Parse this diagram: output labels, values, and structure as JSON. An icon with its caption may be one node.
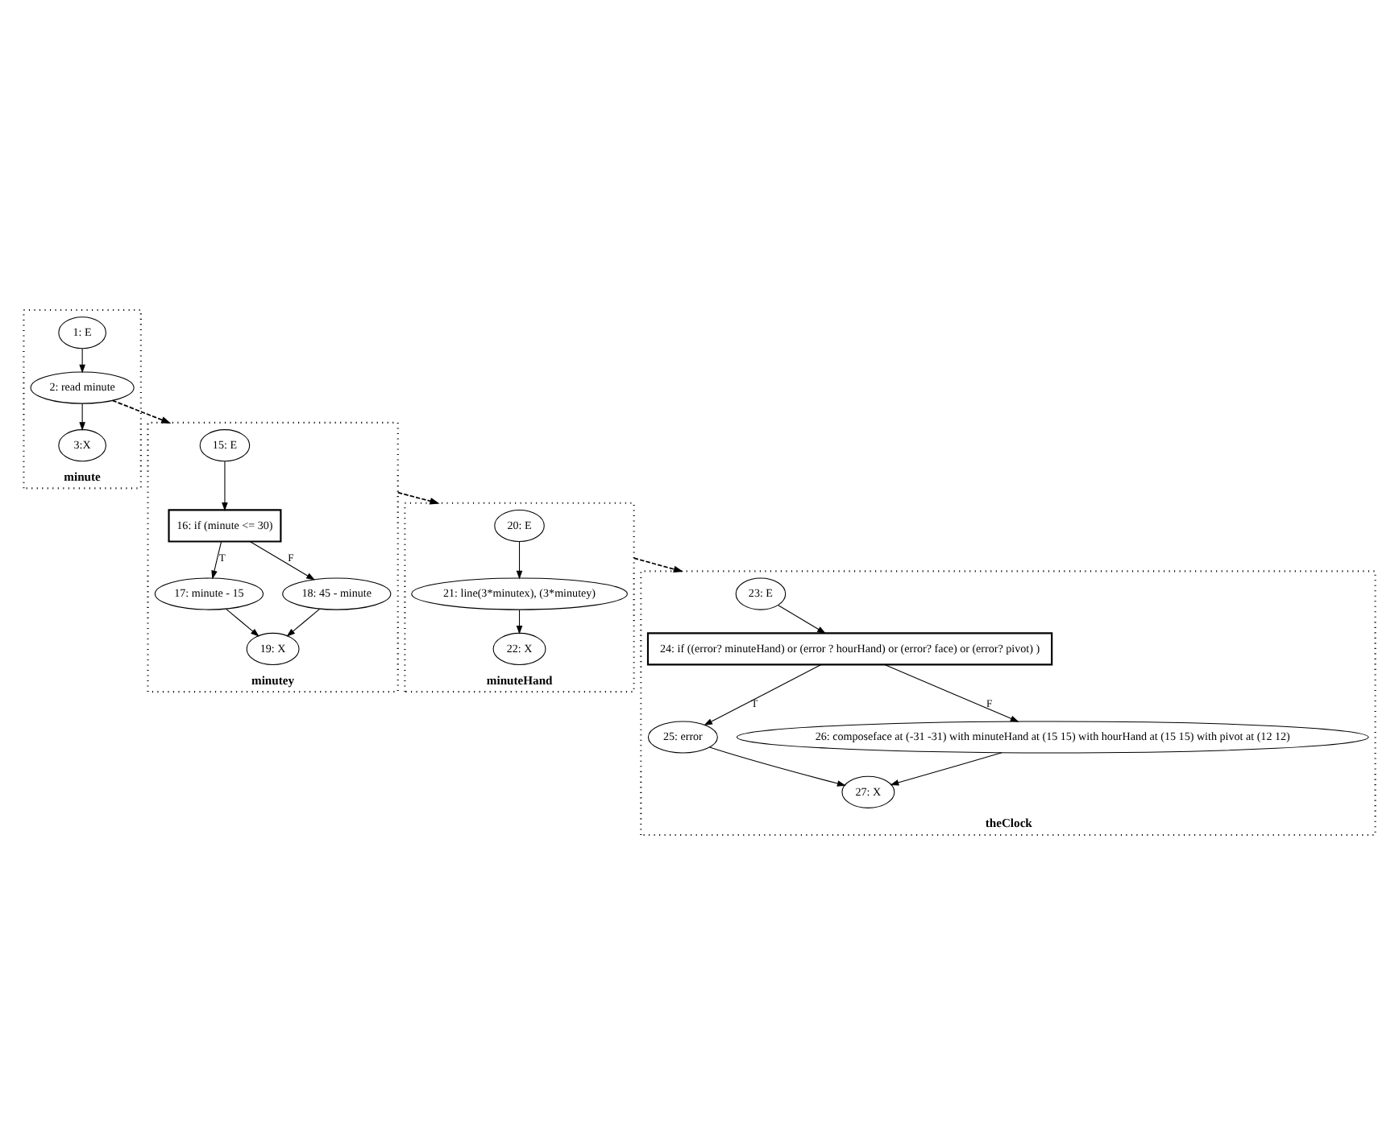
{
  "diagram": {
    "nodes": [
      {
        "text": [
          "minute"
        ]
      },
      {
        "text": [
          "1: E"
        ],
        "in": 0
      },
      {
        "text": [
          "2: read minute"
        ],
        "in": 0
      },
      {
        "text": [
          "3:X"
        ],
        "in": 0
      },
      {
        "text": [
          "minutey"
        ]
      },
      {
        "text": [
          "15: E"
        ],
        "in": 4
      },
      {
        "text": [
          "16: if (minute <= 30)"
        ],
        "in": 4
      },
      {
        "text": [
          "17: minute - 15"
        ],
        "in": 4
      },
      {
        "text": [
          "18: 45 - minute"
        ],
        "in": 4
      },
      {
        "text": [
          "19: X"
        ],
        "in": 4
      },
      {
        "text": [
          "theClock"
        ]
      },
      {
        "text": [
          "23: E"
        ],
        "in": 10
      },
      {
        "text": [
          "24: if ((error? minuteHand) or (error ? hourHand) or (error? face) or (error? pivot) )"
        ],
        "in": 10
      },
      {
        "text": [
          "25: error"
        ],
        "in": 10
      },
      {
        "text": [
          "26: composeface at (-31 -31) with minuteHand at (15 15) with hourHand at (15 15) with pivot at (12 12)"
        ],
        "in": 10
      },
      {
        "text": [
          "27: X"
        ],
        "in": 10
      },
      {
        "text": [
          "minuteHand"
        ]
      },
      {
        "text": [
          "20: E"
        ],
        "in": 16
      },
      {
        "text": [
          "21: line(3*minutex), (3*minutey)"
        ],
        "in": 16
      },
      {
        "text": [
          "22: X"
        ],
        "in": 16
      }
    ],
    "edges": [
      {
        "from": 1,
        "to": 2,
        "arrow": "to"
      },
      {
        "from": 2,
        "to": 3,
        "arrow": "to"
      },
      {
        "from": 2,
        "to": 4,
        "arrow": "to",
        "style": "dashed"
      },
      {
        "from": 5,
        "to": 6,
        "arrow": "to"
      },
      {
        "from": 6,
        "to": 7,
        "arrow": "to",
        "label": "T"
      },
      {
        "from": 6,
        "to": 8,
        "arrow": "to",
        "label": "F"
      },
      {
        "from": 7,
        "to": 9,
        "arrow": "to"
      },
      {
        "from": 8,
        "to": 9,
        "arrow": "to"
      },
      {
        "from": 4,
        "to": 16,
        "arrow": "to",
        "style": "dashed"
      },
      {
        "from": 17,
        "to": 18,
        "arrow": "to"
      },
      {
        "from": 18,
        "to": 19,
        "arrow": "to"
      },
      {
        "from": 16,
        "to": 10,
        "arrow": "to",
        "style": "dashed"
      },
      {
        "from": 11,
        "to": 12,
        "arrow": "to"
      },
      {
        "from": 12,
        "to": 13,
        "arrow": "to",
        "label": "T"
      },
      {
        "from": 12,
        "to": 14,
        "arrow": "to",
        "label": "F"
      },
      {
        "from": 13,
        "to": 15,
        "arrow": "to"
      },
      {
        "from": 14,
        "to": 15,
        "arrow": "to"
      }
    ]
  }
}
